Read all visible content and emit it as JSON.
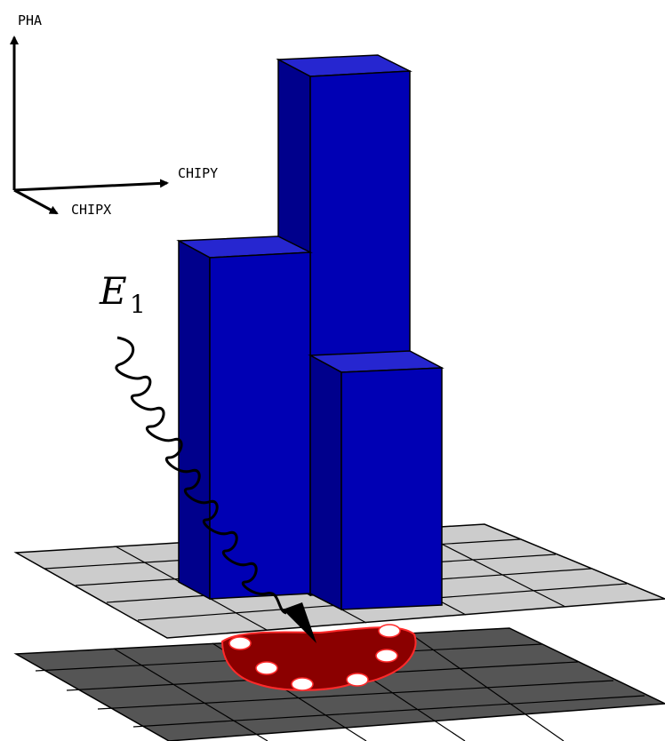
{
  "axes": {
    "pha_label": "PHA",
    "chipy_label": "CHIPY",
    "chipx_label": "CHIPX"
  },
  "photon": {
    "label_main": "E",
    "label_sub": "1"
  },
  "colors": {
    "bar_front": "#0000b4",
    "bar_side": "#00008c",
    "bar_top": "#2626d0",
    "upper_grid": "#cccccc",
    "lower_grid": "#555555",
    "charge_cloud": "#8b0000",
    "charge_outline": "#ff2a2a"
  },
  "icons": {
    "photon": "wavy-arrow-icon",
    "charge": "charge-cloud-icon"
  }
}
